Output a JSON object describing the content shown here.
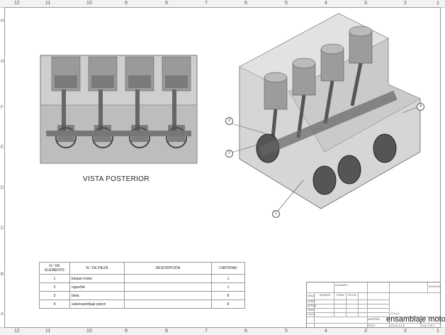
{
  "sheet": {
    "column_zones": [
      "12",
      "11",
      "10",
      "9",
      "8",
      "7",
      "6",
      "5",
      "4",
      "3",
      "2",
      "1"
    ],
    "row_zones": [
      "H",
      "G",
      "F",
      "E",
      "D",
      "C",
      "B",
      "A"
    ]
  },
  "views": {
    "rear_view_label": "VISTA POSTERIOR",
    "balloons": [
      "1",
      "2",
      "3",
      "4"
    ]
  },
  "bom": {
    "headers": [
      "N.º DE ELEMENTO",
      "N.º DE PIEZA",
      "DESCRIPCIÓN",
      "CANTIDAD"
    ],
    "rows": [
      {
        "item": "1",
        "part": "bloque motor",
        "desc": "",
        "qty": "1"
      },
      {
        "item": "2",
        "part": "cigueñal",
        "desc": "",
        "qty": "1"
      },
      {
        "item": "3",
        "part": "biela",
        "desc": "",
        "qty": "8"
      },
      {
        "item": "4",
        "part": "subensamblaje piston",
        "desc": "",
        "qty": "8"
      }
    ]
  },
  "title_block": {
    "row_labels": [
      "DIBUJ.",
      "VERIF.",
      "APROB.",
      "FABR.",
      "CALID."
    ],
    "col_labels": [
      "NOMBRE",
      "FIRMA",
      "FECHA"
    ],
    "material_label": "MATERIAL:",
    "title_label": "TÍTULO:",
    "drawing_title": "ensamblaje motor",
    "weight_label": "PESO:",
    "scale_label": "ESCALA:1:5",
    "sheet_label": "HOJA 1 DE 1",
    "finish_label": "ACABADO:",
    "revision_label": "REVISIÓN"
  }
}
